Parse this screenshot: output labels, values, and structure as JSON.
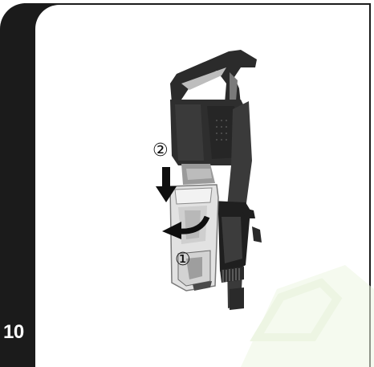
{
  "page": {
    "number": "10"
  },
  "steps": {
    "first_marker": "①",
    "second_marker": "②"
  },
  "colors": {
    "tab": "#1b1b1b",
    "device_dark": "#2b2b2b",
    "device_mid": "#5a5a5a",
    "bin_light": "#d9d9d9",
    "arrow": "#0f0f0f",
    "watermark": "#d8ecc0"
  },
  "icons": {
    "step_one_arrow": "curved-arrow-left",
    "step_two_arrow": "arrow-down"
  }
}
